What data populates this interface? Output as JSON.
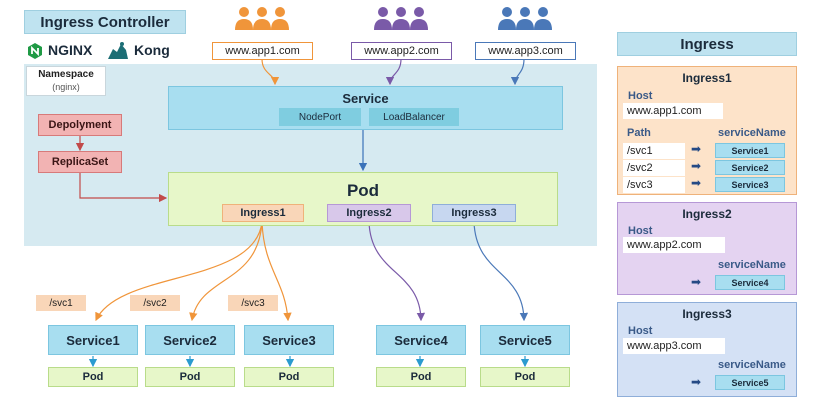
{
  "header": {
    "title": "Ingress Controller",
    "brand_nginx": "NGINX",
    "brand_kong": "Kong"
  },
  "namespace": {
    "label": "Namespace",
    "value": "(nginx)"
  },
  "users": [
    {
      "url": "www.app1.com",
      "color": "#f0953a"
    },
    {
      "url": "www.app2.com",
      "color": "#7a5aa8"
    },
    {
      "url": "www.app3.com",
      "color": "#4a78b8"
    }
  ],
  "service": {
    "label": "Service",
    "ports": [
      "NodePort",
      "LoadBalancer"
    ]
  },
  "deployment": "Depolyment",
  "replicaset": "ReplicaSet",
  "pod": {
    "label": "Pod",
    "ingresses": [
      {
        "label": "Ingress1",
        "color": "#f9d6b8"
      },
      {
        "label": "Ingress2",
        "color": "#d8c8ea"
      },
      {
        "label": "Ingress3",
        "color": "#c7d7f0"
      }
    ]
  },
  "paths": [
    "/svc1",
    "/svc2",
    "/svc3"
  ],
  "services": [
    "Service1",
    "Service2",
    "Service3",
    "Service4",
    "Service5"
  ],
  "service_pod_label": "Pod",
  "ingress_panel": {
    "title": "Ingress",
    "ingress1": {
      "title": "Ingress1",
      "host_label": "Host",
      "host": "www.app1.com",
      "path_label": "Path",
      "service_name_label": "serviceName",
      "rows": [
        {
          "path": "/svc1",
          "service": "Service1"
        },
        {
          "path": "/svc2",
          "service": "Service2"
        },
        {
          "path": "/svc3",
          "service": "Service3"
        }
      ]
    },
    "ingress2": {
      "title": "Ingress2",
      "host_label": "Host",
      "host": "www.app2.com",
      "service_name_label": "serviceName",
      "service": "Service4"
    },
    "ingress3": {
      "title": "Ingress3",
      "host_label": "Host",
      "host": "www.app3.com",
      "service_name_label": "serviceName",
      "service": "Service5"
    }
  }
}
